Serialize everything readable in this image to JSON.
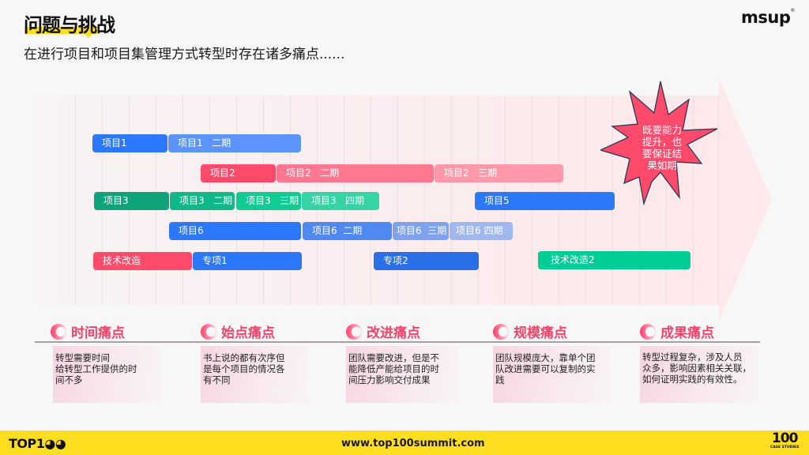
{
  "header": {
    "title": "问题与挑战",
    "subtitle": "在进行项目和项目集管理方式转型时存在诸多痛点......",
    "logo": "msup",
    "logo_mark": "®"
  },
  "timeline": {
    "bars": [
      {
        "label": "项目1",
        "row": 1
      },
      {
        "label": "项目1   二期",
        "row": 1
      },
      {
        "label": "项目2",
        "row": 2
      },
      {
        "label": "项目2   二期",
        "row": 2
      },
      {
        "label": "项目2   三期",
        "row": 2
      },
      {
        "label": "项目3",
        "row": 3
      },
      {
        "label": "项目3   二期",
        "row": 3
      },
      {
        "label": "项目3   三期",
        "row": 3
      },
      {
        "label": "项目3   四期",
        "row": 3
      },
      {
        "label": "项目5",
        "row": 3
      },
      {
        "label": "项目6",
        "row": 4
      },
      {
        "label": "项目6  二期",
        "row": 4
      },
      {
        "label": "项目6  三期",
        "row": 4
      },
      {
        "label": "项目6 四期",
        "row": 4
      },
      {
        "label": "技术改造",
        "row": 5
      },
      {
        "label": "专项1",
        "row": 5
      },
      {
        "label": "专项2",
        "row": 5
      },
      {
        "label": "技术改造2",
        "row": 5
      }
    ],
    "burst_text": "既要能力提升，也要保证结果如期",
    "burst_lines": [
      "既要能力",
      "提升，也",
      "要保证结",
      "果如期"
    ],
    "colors": {
      "blue": "#2b78fa",
      "red": "#ff4a6b",
      "green": "#0ea37a",
      "burst": "#ff4a6b"
    }
  },
  "pain_points": [
    {
      "title": "时间痛点",
      "lines": [
        "转型需要时间",
        "给转型工作提供的时",
        "间不多"
      ]
    },
    {
      "title": "始点痛点",
      "lines": [
        "书上说的都有次序但",
        "是每个项目的情况各",
        "有不同"
      ]
    },
    {
      "title": "改进痛点",
      "lines": [
        "团队需要改进，但是不",
        "能降低产能给项目的时",
        "间压力影响交付成果"
      ]
    },
    {
      "title": "规模痛点",
      "lines": [
        "团队规模庞大，靠单个团",
        "队改进需要可以复制的实",
        "践"
      ]
    },
    {
      "title": "成果痛点",
      "lines": [
        "转型过程复杂，涉及人员",
        "众多，影响因素相关关联，",
        "如何证明实践的有效性。"
      ]
    }
  ],
  "footer": {
    "left_logo": "TOP1◕◕",
    "url": "www.top100summit.com",
    "right_logo_num": "100",
    "right_logo_sub": "CASE STUDIES",
    "color": "#ffdd1f"
  }
}
